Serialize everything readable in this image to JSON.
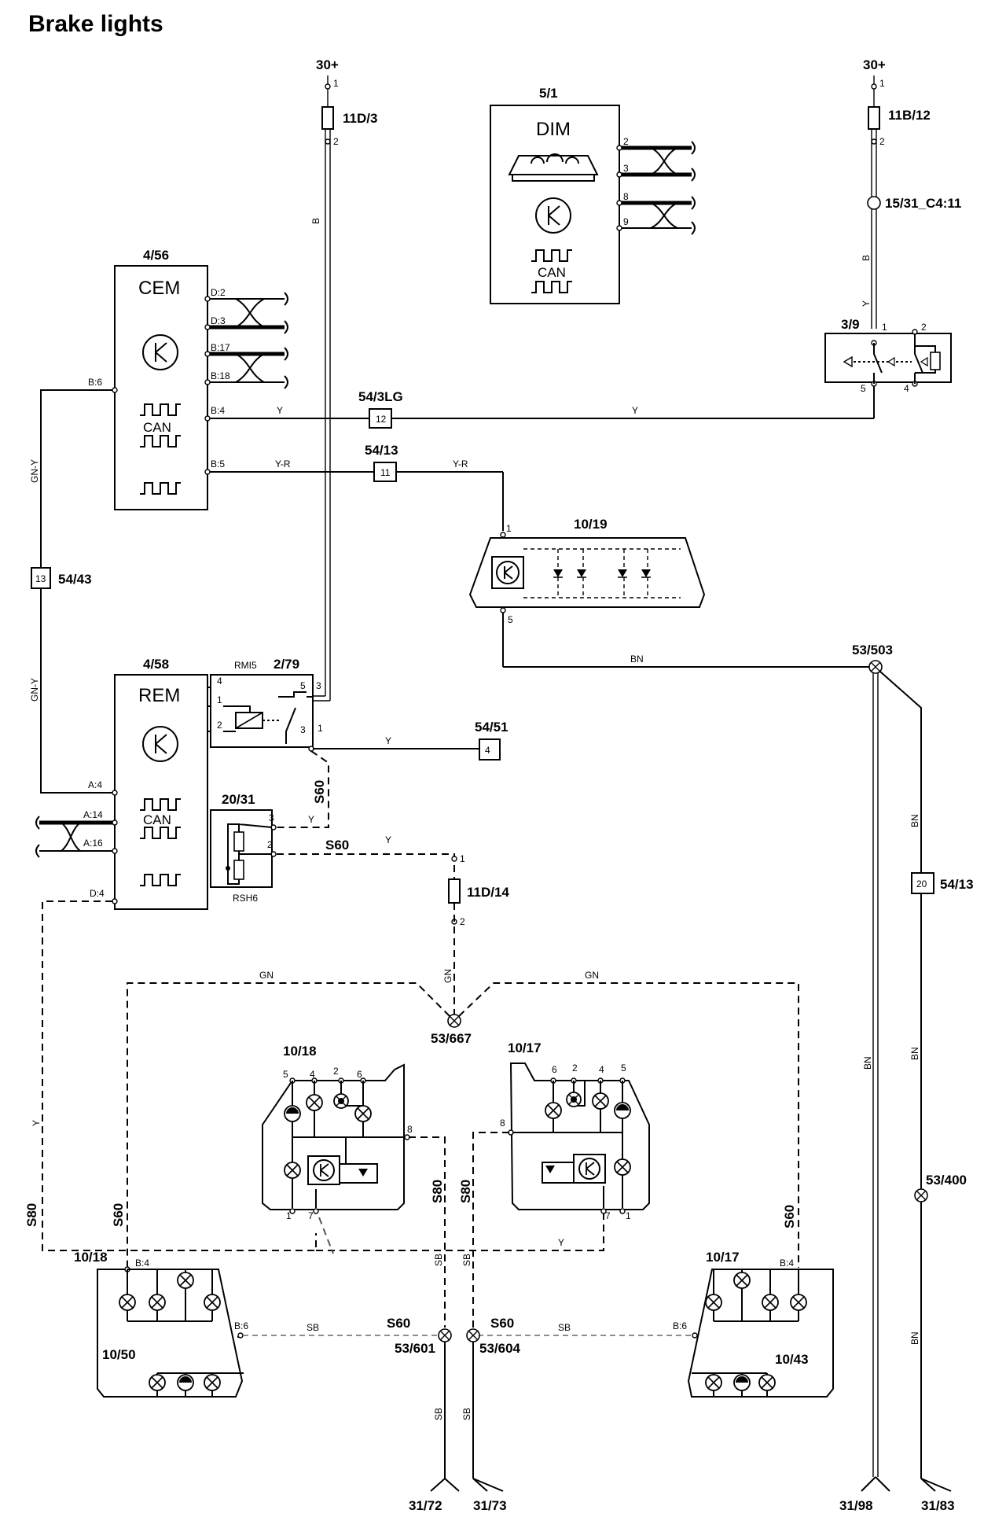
{
  "title": "Brake lights",
  "power": {
    "left": "30+",
    "right": "30+"
  },
  "fuses": {
    "f1": "11D/3",
    "f2": "11B/12",
    "f3": "11D/14"
  },
  "joint": "15/31_C4:11",
  "dim": {
    "ref": "5/1",
    "name": "DIM",
    "can": "CAN",
    "pins": [
      "2",
      "3",
      "8",
      "9"
    ]
  },
  "cem": {
    "ref": "4/56",
    "name": "CEM",
    "can": "CAN",
    "pins": [
      "D:2",
      "D:3",
      "B:17",
      "B:18",
      "B:6",
      "B:4",
      "B:5"
    ]
  },
  "rem": {
    "ref": "4/58",
    "name": "REM",
    "can": "CAN",
    "pins": [
      "A:4",
      "A:14",
      "A:16",
      "D:4"
    ]
  },
  "relay": {
    "ref": "2/79",
    "label": "RMI5",
    "pins": [
      "4",
      "1",
      "2",
      "5",
      "3",
      "3",
      "1"
    ]
  },
  "resistor": {
    "ref": "20/31",
    "label": "RSH6",
    "pins": [
      "3",
      "2",
      "1"
    ]
  },
  "switch": {
    "ref": "3/9",
    "pins": [
      "1",
      "2",
      "5",
      "4"
    ]
  },
  "highstop": {
    "ref": "10/19",
    "pins": [
      "1",
      "5"
    ]
  },
  "connectors": {
    "c12": {
      "num": "12",
      "ref": "54/3LG"
    },
    "c11": {
      "num": "11",
      "ref": "54/13"
    },
    "c13": {
      "num": "13",
      "ref": "54/43"
    },
    "c4": {
      "num": "4",
      "ref": "54/51"
    },
    "c20": {
      "num": "20",
      "ref": "54/13"
    }
  },
  "splices": {
    "s1": "53/503",
    "s2": "53/667",
    "s3": "53/400",
    "s4": "53/601",
    "s5": "53/604"
  },
  "grounds": [
    "31/72",
    "31/73",
    "31/98",
    "31/83"
  ],
  "lamp_left": {
    "ref": "10/18",
    "pins": [
      "5",
      "4",
      "2",
      "6",
      "8",
      "1",
      "7"
    ]
  },
  "lamp_right": {
    "ref": "10/17",
    "pins": [
      "6",
      "2",
      "4",
      "5",
      "8",
      "7",
      "1"
    ]
  },
  "rear_left": {
    "ref": "10/18",
    "sub": "10/50",
    "pins": [
      "B:4",
      "B:6"
    ]
  },
  "rear_right": {
    "ref": "10/17",
    "sub": "10/43",
    "pins": [
      "B:4",
      "B:6"
    ]
  },
  "variants": {
    "s60": "S60",
    "s80": "S80"
  },
  "wire_colors": {
    "y": "Y",
    "yr": "Y-R",
    "b": "B",
    "gny": "GN-Y",
    "bn": "BN",
    "gn": "GN",
    "sb": "SB"
  }
}
